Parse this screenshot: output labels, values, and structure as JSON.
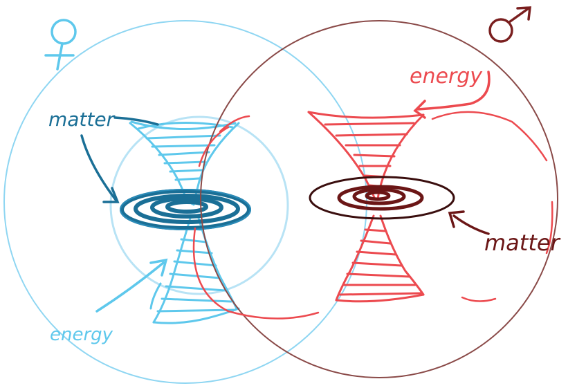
{
  "female": {
    "symbol": "♀",
    "matter_label": "matter",
    "energy_label": "energy",
    "color_light": "#5ec8ec",
    "color_dark": "#1a6f96",
    "color_outline": "#8fd6f2"
  },
  "male": {
    "symbol": "♂",
    "matter_label": "matter",
    "energy_label": "energy",
    "color_light": "#ec4a4f",
    "color_dark": "#6b1616",
    "color_outline": "#8a4a48"
  }
}
